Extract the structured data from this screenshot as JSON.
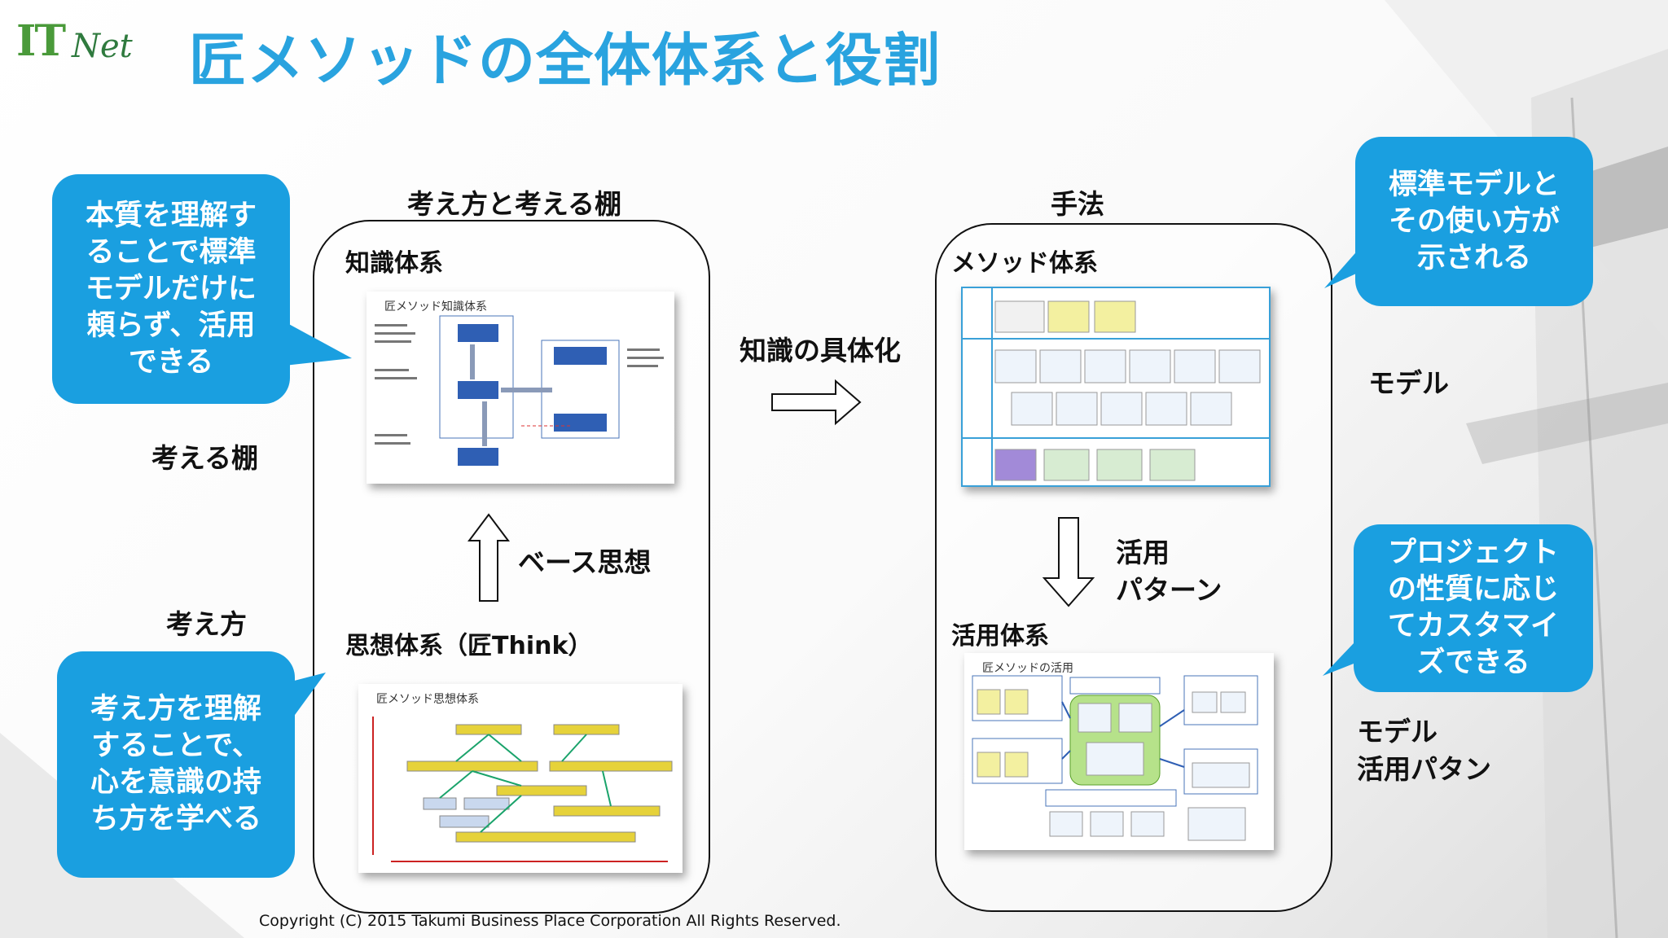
{
  "logo": {
    "it": "IT",
    "net": "Net"
  },
  "title": "匠メソッドの全体体系と役割",
  "left_panel": {
    "header": "考え方と考える棚",
    "knowledge_label": "知識体系",
    "knowledge_thumb_title": "匠メソッド知識体系",
    "base_label": "ベース思想",
    "thought_label": "思想体系（匠Think）",
    "thought_thumb_title": "匠メソッド思想体系"
  },
  "right_panel": {
    "header": "手法",
    "method_label": "メソッド体系",
    "apply_label": "活用体系",
    "apply_thumb_title": "匠メソッドの活用",
    "pattern_label_1": "活用",
    "pattern_label_2": "パターン"
  },
  "middle": {
    "arrow_label": "知識の具体化"
  },
  "side_labels": {
    "shelf": "考える棚",
    "way": "考え方",
    "model": "モデル",
    "model2_1": "モデル",
    "model2_2": "活用パタン"
  },
  "bubbles": {
    "top_left": "本質を理解す\nることで標準\nモデルだけに\n頼らず、活用\nできる",
    "bottom_left": "考え方を理解\nすることで、\n心を意識の持\nち方を学べる",
    "top_right": "標準モデルと\nその使い方が\n示される",
    "bottom_right": "プロジェクト\nの性質に応じ\nてカスタマイ\nズできる"
  },
  "colors": {
    "accent": "#29a3df",
    "bubble": "#1a9fe0",
    "logo_green": "#4a9a3a"
  },
  "copyright": "Copyright (C) 2015 Takumi Business Place Corporation All Rights Reserved."
}
